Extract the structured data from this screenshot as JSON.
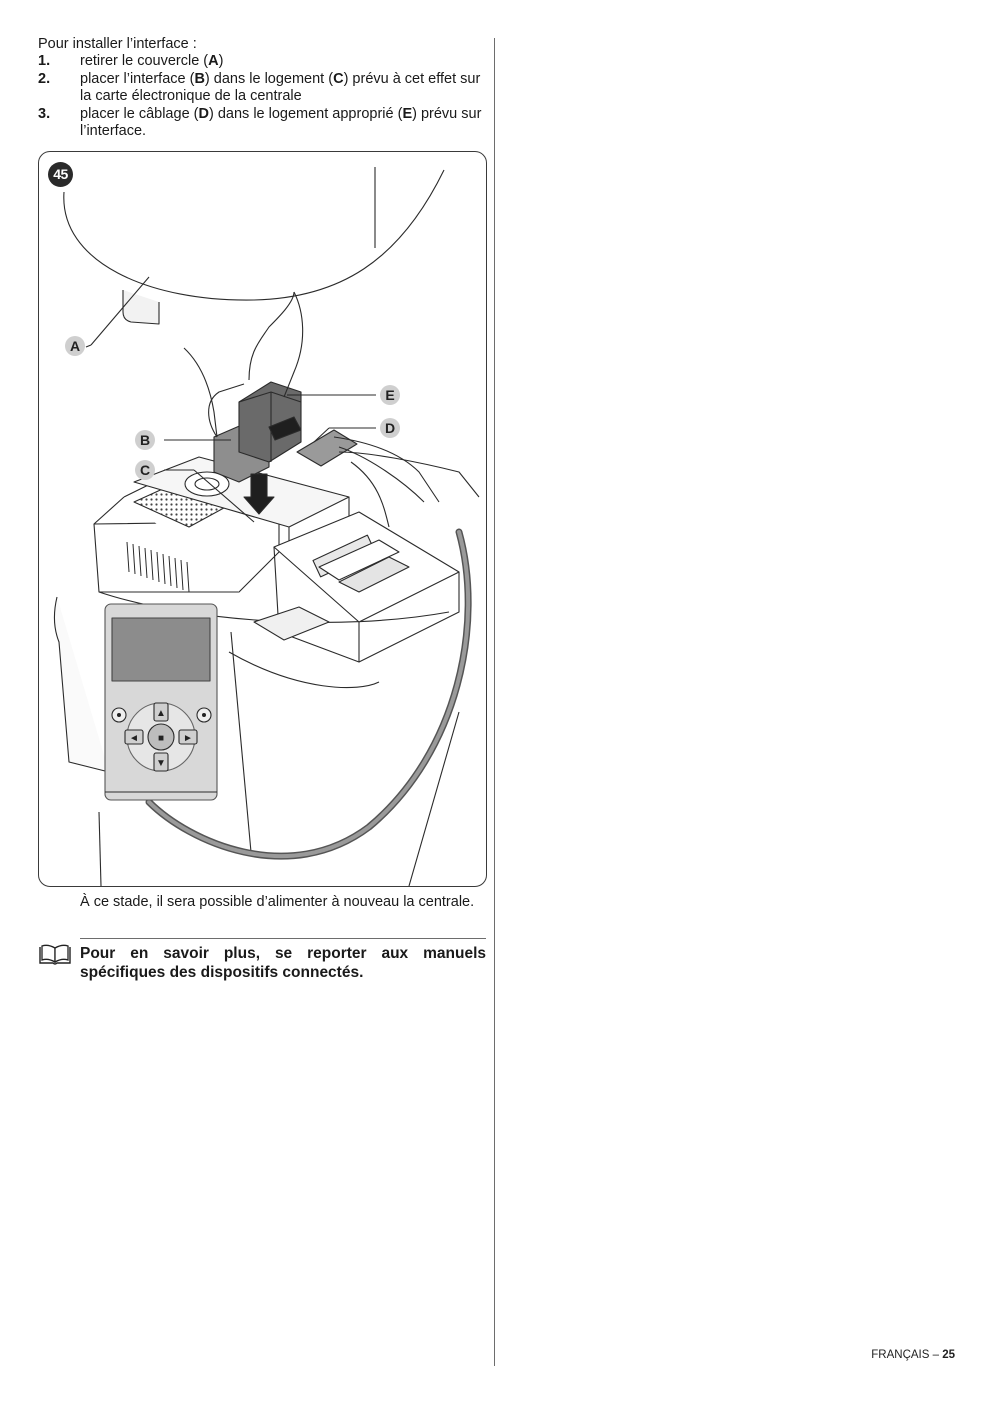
{
  "intro": "Pour installer l’interface :",
  "steps": [
    {
      "num": "1.",
      "parts": [
        "retirer le couvercle (",
        "A",
        ")"
      ]
    },
    {
      "num": "2.",
      "parts": [
        "placer l’interface (",
        "B",
        ") dans le logement (",
        "C",
        ") prévu à cet effet sur la carte électronique de la centrale"
      ]
    },
    {
      "num": "3.",
      "parts": [
        "placer le câblage (",
        "D",
        ") dans le logement approprié (",
        "E",
        ") prévu sur l’interface."
      ]
    }
  ],
  "figure": {
    "number": "45",
    "callouts": {
      "a": "A",
      "b": "B",
      "c": "C",
      "d": "D",
      "e": "E"
    },
    "remote_buttons": {
      "up": "▲",
      "down": "▼",
      "left": "◄",
      "right": "►",
      "center": "■"
    }
  },
  "after_text": "À ce stade, il sera possible d’alimenter à nouveau la centrale.",
  "note": "Pour en savoir plus, se reporter aux manuels spécifiques des dispositifs connectés.",
  "footer": {
    "language": "FRANÇAIS – ",
    "page": "25"
  }
}
